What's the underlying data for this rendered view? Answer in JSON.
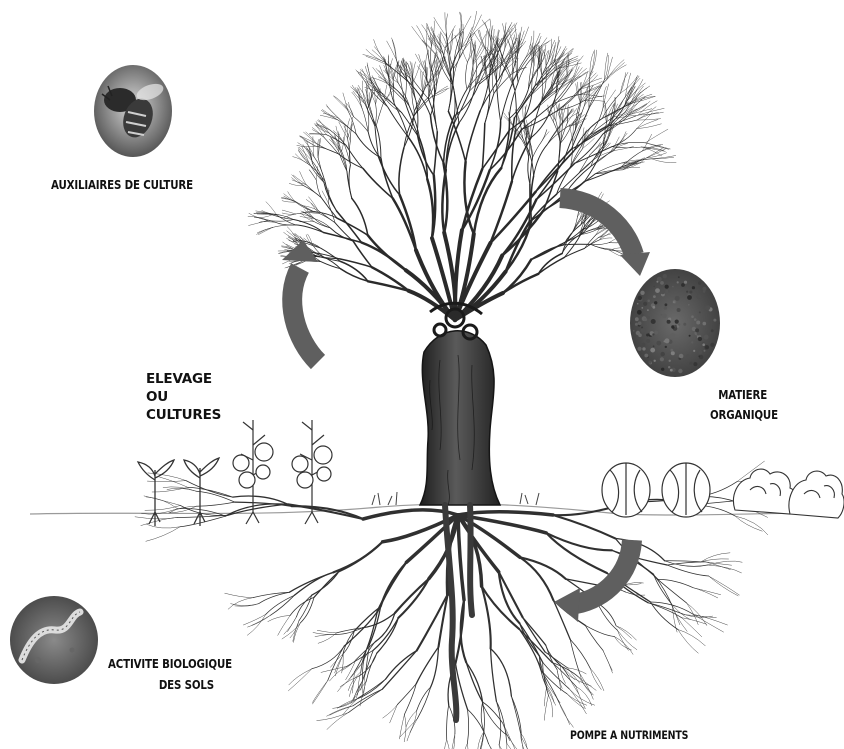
{
  "labels": {
    "auxiliaires": "AUXILIAIRES DE CULTURE",
    "elevage_line1": "ELEVAGE",
    "elevage_line2": "OU",
    "elevage_line3": "CULTURES",
    "matiere_line1": "MATIERE",
    "matiere_line2": "ORGANIQUE",
    "activite_line1": "ACTIVITE BIOLOGIQUE",
    "activite_line2": "DES SOLS",
    "pompe": "POMPE A NUTRIMENTS"
  },
  "icons": {
    "bee": "bee-photo-icon",
    "organic_matter": "organic-matter-photo-icon",
    "earthworm": "earthworm-photo-icon"
  },
  "colors": {
    "arrow": "#5f5f5f",
    "trunk": "#3c3c3c",
    "branch": "#2a2a2a",
    "ground": "#9a9a9a"
  }
}
